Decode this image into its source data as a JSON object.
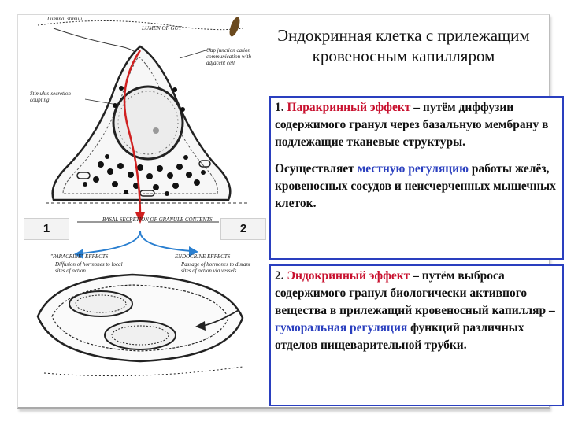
{
  "slide": {
    "title": "Эндокринная клетка с прилежащим кровеносным капилляром",
    "box1": {
      "p1_num": "1. ",
      "p1_term": "Паракринный эффект",
      "p1_rest": " – путём диффузии содержимого гранул через базальную мембрану в подлежащие тканевые структуры.",
      "p2_start": "Осуществляет ",
      "p2_term": "местную регуляцию",
      "p2_rest": " работы желёз, кровеносных сосудов и неисчерченных мышечных клеток."
    },
    "box2": {
      "num": "2. ",
      "term": "Эндокринный эффект",
      "rest1": " – путём выброса содержимого гранул биологически активного вещества в прилежащий кровеносный капилляр – ",
      "term2": "гуморальная регуляция",
      "rest2": " функций различных отделов пищеварительной трубки."
    },
    "tags": {
      "left": "1",
      "right": "2"
    }
  },
  "illustration": {
    "labels": {
      "luminal": "Luminal stimuli",
      "lumen": "LUMEN OF GUT",
      "gap": "Gap junction cation communication with adjacent cell",
      "stimulus": "Stimulus-secretion coupling",
      "basal": "BASAL SECRETION OF GRANULE CONTENTS",
      "paracrine": "\"PARACRINE\" EFFECTS",
      "paracrine_sub": "Diffusion of hormones to local sites of action",
      "endocrine": "ENDOCRINE EFFECTS",
      "endocrine_sub": "Passage of hormones to distant sites of action via vessels"
    },
    "colors": {
      "secretion_arrow": "#d02020",
      "effect_arrow": "#2a7fd0",
      "box_border": "#2a3fbf"
    }
  }
}
